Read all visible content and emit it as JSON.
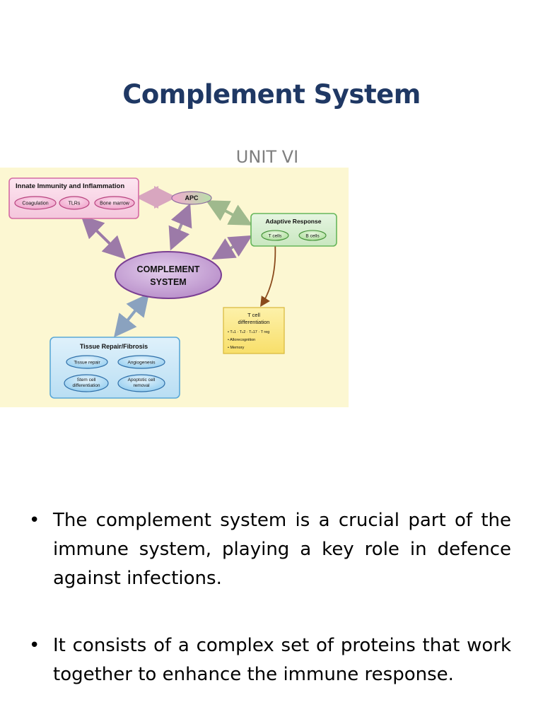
{
  "title": "Complement System",
  "subtitle": "UNIT VI",
  "diagram": {
    "innate": {
      "title": "Innate Immunity and Inflammation",
      "items": [
        "Coagulation",
        "TLRs",
        "Bone marrow"
      ]
    },
    "apc": "APC",
    "adaptive": {
      "title": "Adaptive Response",
      "items": [
        "T cells",
        "B cells"
      ]
    },
    "complement": {
      "line1": "COMPLEMENT",
      "line2": "SYSTEM"
    },
    "tcell": {
      "title1": "T cell",
      "title2": "differentiation",
      "items": [
        "Tₙ1 · Tₙ2 · Tₙ17 · T reg",
        "Allorecognition",
        "Memory"
      ]
    },
    "tissue": {
      "title": "Tissue Repair/Fibrosis",
      "items": [
        "Tissue repair",
        "Angiogenesis",
        "Stem cell differentiation",
        "Apoptotic cell removal"
      ],
      "item3_lines": [
        "Stem cell",
        "differentiation"
      ],
      "item4_lines": [
        "Apoptotic cell",
        "removal"
      ]
    },
    "colors": {
      "background": "#fcf7d2",
      "innate_fill": "#f9d9e9",
      "innate_stroke": "#d46aa4",
      "adaptive_fill": "#d9efd3",
      "adaptive_stroke": "#67b65a",
      "tissue_fill": "#cde8f7",
      "tissue_stroke": "#5aa8d8",
      "complement_fill": "#c8a3d6",
      "complement_stroke": "#7a3f93",
      "tcell_fill": "#fbe98a",
      "tcell_stroke": "#d8b83a"
    }
  },
  "bullets": [
    "The complement system is a crucial part of the immune system, playing a key role in defence against infections.",
    "It consists of a complex set of proteins that work together to enhance the immune response."
  ],
  "bullet_symbol": "•"
}
